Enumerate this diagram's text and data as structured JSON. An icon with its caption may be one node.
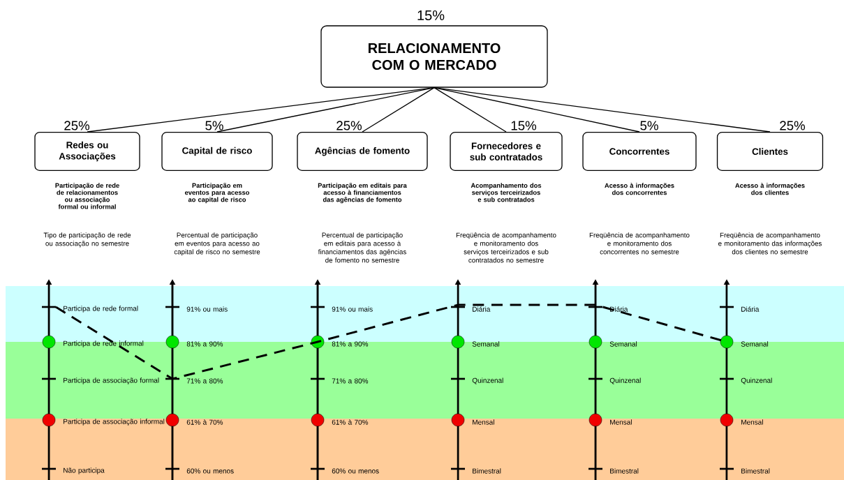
{
  "diagram": {
    "nodes": [
      {
        "text": [
          "RELACIONAMENTO COM O MERCADO"
        ],
        "beside": [
          "15%"
        ]
      },
      {
        "text": [
          "Redes ou Associações"
        ],
        "beside": [
          "25%"
        ]
      },
      {
        "text": [
          "Capital de risco"
        ],
        "beside": [
          "5%"
        ]
      },
      {
        "text": [
          "Agências de fomento"
        ],
        "beside": [
          "25%"
        ]
      },
      {
        "text": [
          "Fornecedores e sub contratados"
        ],
        "beside": [
          "15%"
        ]
      },
      {
        "text": [
          "Concorrentes"
        ],
        "beside": [
          "5%"
        ]
      },
      {
        "text": [
          "Clientes"
        ],
        "beside": [
          "25%"
        ]
      }
    ],
    "edges": [
      {
        "from": 0,
        "to": 1,
        "arrow": "none"
      },
      {
        "from": 0,
        "to": 2,
        "arrow": "none"
      },
      {
        "from": 0,
        "to": 3,
        "arrow": "none"
      },
      {
        "from": 0,
        "to": 4,
        "arrow": "none"
      },
      {
        "from": 0,
        "to": 5,
        "arrow": "none"
      },
      {
        "from": 0,
        "to": 6,
        "arrow": "none"
      }
    ],
    "labels": [
      "Participação de rede de relacionamentos ou associação formal ou informal",
      "Participação em eventos para acesso ao capital de risco",
      "Participação em editais para acesso à financiamentos das agências de fomento",
      "Acompanhamento dos serviços terceirizados e sub contratados",
      "Acesso à informações dos concorrentes",
      "Acesso à informações dos clientes",
      "Tipo de participação de rede ou associação no semestre",
      "Percentual de participação em eventos para acesso ao capital de risco no semestre",
      "Percentual de participação em editais para acesso à financiamentos das agências de fomento no semestre",
      "Freqüência de acompanhamento e monitoramento dos serviços terceirizados e sub contratados no semestre",
      "Freqüência de acompanhamento e monitoramento dos concorrentes no semestre",
      "Freqüência de acompanhamento e monitoramento das informações dos clientes no semestre",
      "Participa de rede formal",
      "Participa de rede informal",
      "Participa de associação formal",
      "Participa de associação informal",
      "Não participa",
      "91% ou mais",
      "81% a 90%",
      "71% a 80%",
      "61% à 70%",
      "60% ou menos",
      "91% ou mais",
      "81% a 90%",
      "71% a 80%",
      "61% à 70%",
      "60% ou menos",
      "Diária",
      "Semanal",
      "Quinzenal",
      "Mensal",
      "Bimestral",
      "Diária",
      "Semanal",
      "Quinzenal",
      "Mensal",
      "Bimestral",
      "Diária",
      "Semanal",
      "Quinzenal",
      "Mensal",
      "Bimestral"
    ]
  }
}
